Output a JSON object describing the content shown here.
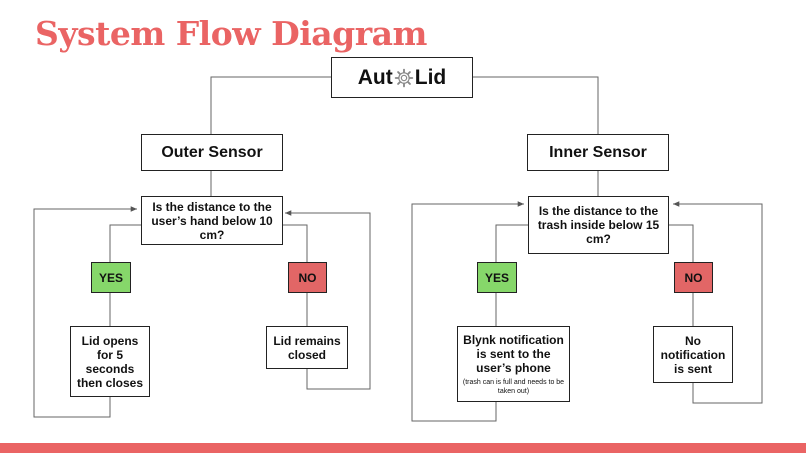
{
  "title": "System Flow Diagram",
  "root": {
    "label_before": "Aut",
    "label_after": "Lid",
    "logo_icon": "gear-icon"
  },
  "left_branch": {
    "sensor": "Outer Sensor",
    "question": "Is the distance to the user’s hand below 10 cm?",
    "yes_label": "YES",
    "no_label": "NO",
    "yes_action": "Lid opens for 5 seconds then closes",
    "no_action": "Lid remains closed"
  },
  "right_branch": {
    "sensor": "Inner Sensor",
    "question": "Is the distance to the trash inside below 15 cm?",
    "yes_label": "YES",
    "no_label": "NO",
    "yes_action": "Blynk notification is sent to the user’s phone",
    "yes_note": "(trash can is full and needs to be taken out)",
    "no_action": "No notification is sent"
  },
  "colors": {
    "accent": "#ea6464",
    "yes": "#86d76a",
    "no": "#e26666",
    "line": "#555555"
  }
}
